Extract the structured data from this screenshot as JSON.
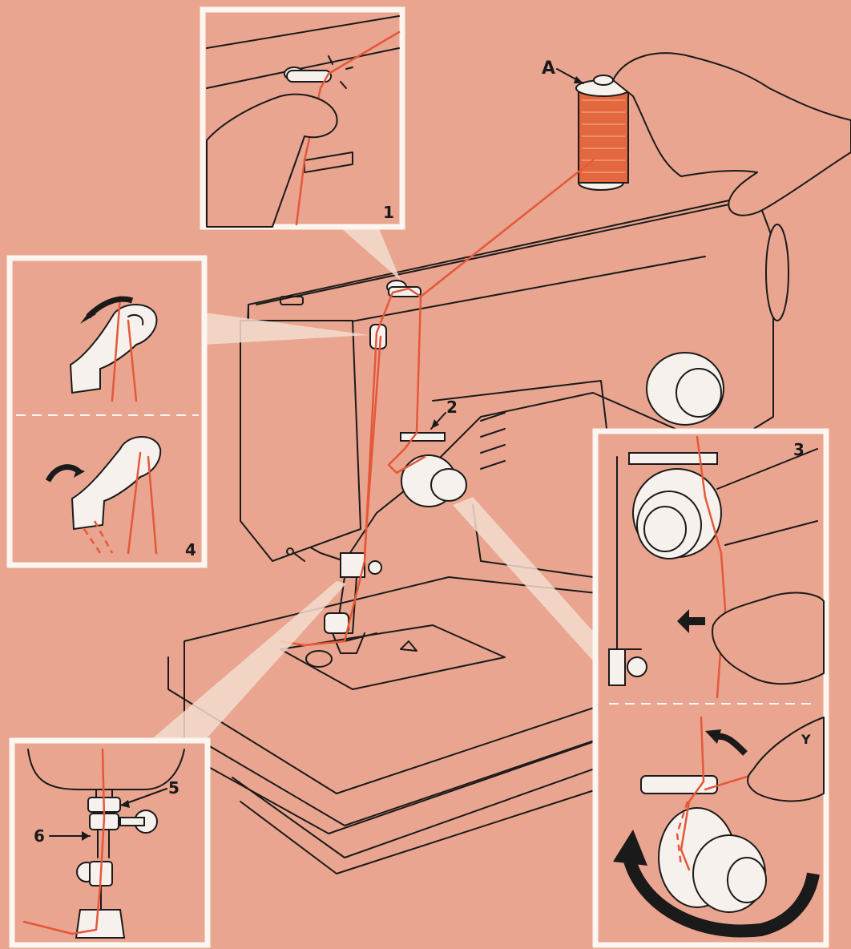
{
  "figure": {
    "callouts": {
      "spool": "A",
      "guide_top": "1",
      "tension_guide": "2",
      "tension_dial": "3",
      "take_up_lever": "4",
      "lower_guide": "5",
      "needle_clamp": "6",
      "thread_end": "Y"
    },
    "colors": {
      "background": "#E9A58F",
      "thread": "#E4583A",
      "panel_border": "#FBF6F0",
      "ink": "#1a1a1a"
    }
  }
}
